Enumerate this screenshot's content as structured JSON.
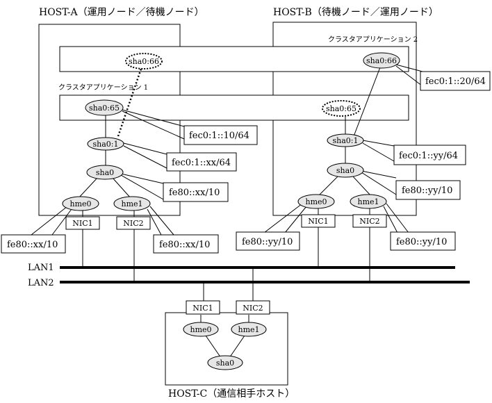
{
  "hosts": {
    "host_a": "HOST-A（運用ノード／待機ノード）",
    "host_b": "HOST-B（待機ノード／運用ノード）",
    "host_c": "HOST-C（通信相手ホスト）"
  },
  "cluster_apps": {
    "app1": "クラスタアプリケーション 1",
    "app2": "クラスタアプリケーション 2"
  },
  "interfaces": {
    "a_sha66": "sha0:66",
    "a_sha65": "sha0:65",
    "a_sha01": "sha0:1",
    "a_sha0": "sha0",
    "a_hme0": "hme0",
    "a_hme1": "hme1",
    "b_sha66": "sha0:66",
    "b_sha65": "sha0:65",
    "b_sha01": "sha0:1",
    "b_sha0": "sha0",
    "b_hme0": "hme0",
    "b_hme1": "hme1",
    "c_hme0": "hme0",
    "c_hme1": "hme1",
    "c_sha0": "sha0"
  },
  "nics": {
    "a_nic1": "NIC1",
    "a_nic2": "NIC2",
    "b_nic1": "NIC1",
    "b_nic2": "NIC2",
    "c_nic1": "NIC1",
    "c_nic2": "NIC2"
  },
  "addresses": {
    "fec_10": "fec0:1::10/64",
    "fec_20": "fec0:1::20/64",
    "fec_xx": "fec0:1::xx/64",
    "fec_yy": "fec0:1::yy/64",
    "fe80_xx_sha": "fe80::xx/10",
    "fe80_yy_sha": "fe80::yy/10",
    "fe80_xx_hme0": "fe80::xx/10",
    "fe80_xx_hme1": "fe80::xx/10",
    "fe80_yy_hme0": "fe80::yy/10",
    "fe80_yy_hme1": "fe80::yy/10"
  },
  "lans": {
    "lan1": "LAN1",
    "lan2": "LAN2"
  }
}
